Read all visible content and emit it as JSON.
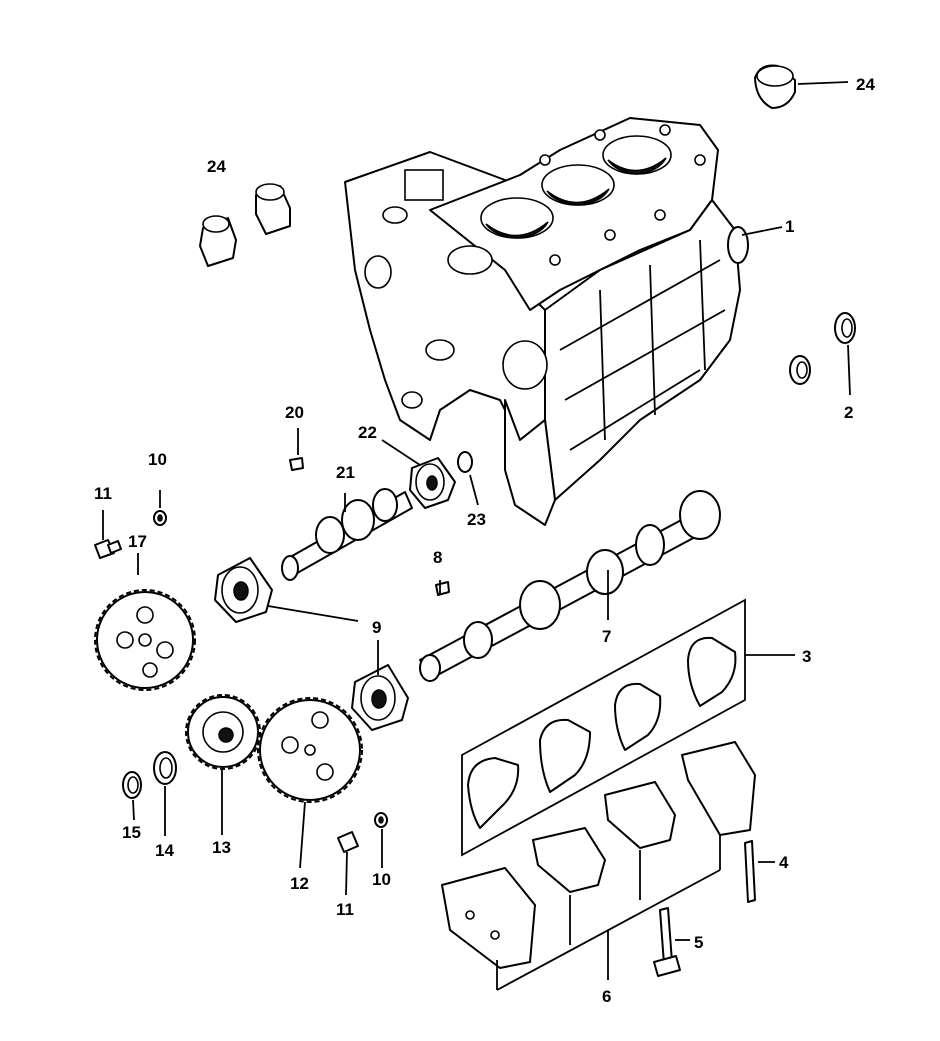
{
  "parts": {
    "p1": "1",
    "p2": "2",
    "p3": "3",
    "p4": "4",
    "p5": "5",
    "p6": "6",
    "p7": "7",
    "p8": "8",
    "p9": "9",
    "p10a": "10",
    "p10b": "10",
    "p11a": "11",
    "p11b": "11",
    "p12": "12",
    "p13": "13",
    "p14": "14",
    "p15": "15",
    "p17": "17",
    "p20": "20",
    "p21": "21",
    "p22": "22",
    "p23": "23",
    "p24a": "24",
    "p24b": "24"
  }
}
